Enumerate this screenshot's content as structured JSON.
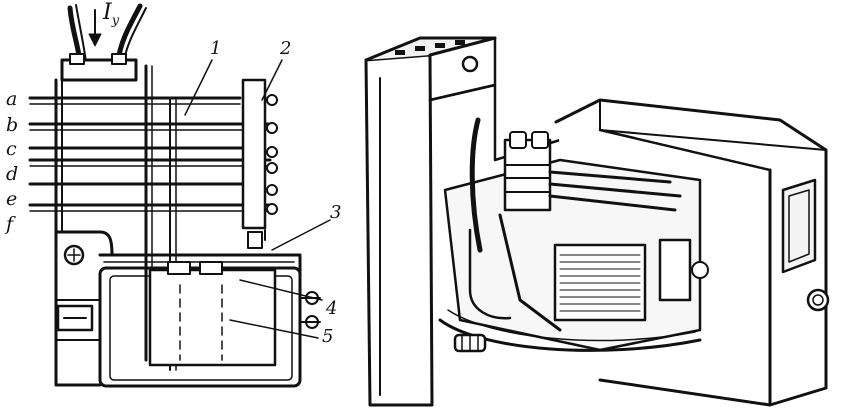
{
  "figure": {
    "current_label": "I",
    "current_subscript": "y",
    "terminal_labels": [
      "a",
      "b",
      "c",
      "d",
      "e",
      "f"
    ],
    "part_numbers": [
      "1",
      "2",
      "3",
      "4",
      "5"
    ]
  }
}
